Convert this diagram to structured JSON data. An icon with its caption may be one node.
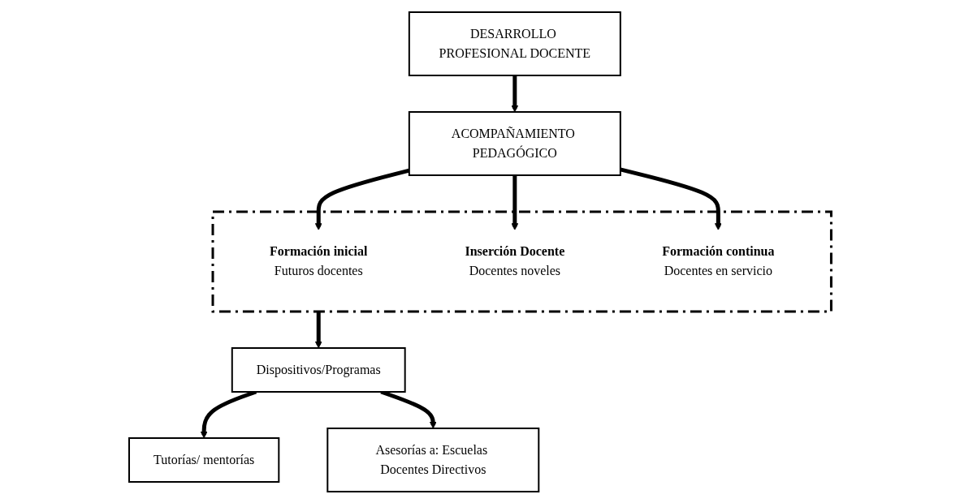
{
  "diagram": {
    "nodes": [
      {
        "text": [
          "DESARROLLO PROFESIONAL DOCENTE"
        ]
      },
      {
        "text": [
          "ACOMPAÑAMIENTO PEDAGÓGICO"
        ]
      },
      {
        "text": [],
        "shape": "box"
      },
      {
        "text": [
          "Formación inicial",
          "Futuros docentes"
        ],
        "in": 2
      },
      {
        "text": [
          "Inserción Docente",
          "Docentes noveles"
        ],
        "in": 2
      },
      {
        "text": [
          "Formación continua",
          "Docentes en servicio"
        ],
        "in": 2
      },
      {
        "text": [
          "Dispositivos/Programas"
        ]
      },
      {
        "text": [
          "Tutorías/ mentorías"
        ]
      },
      {
        "text": [
          "Asesorías a: Escuelas Docentes Directivos"
        ]
      }
    ],
    "edges": [
      {
        "from": 0,
        "to": 1,
        "arrow": "to"
      },
      {
        "from": 1,
        "to": 3,
        "arrow": "to"
      },
      {
        "from": 1,
        "to": 4,
        "arrow": "to"
      },
      {
        "from": 1,
        "to": 5,
        "arrow": "to"
      },
      {
        "from": 2,
        "to": 6,
        "arrow": "to"
      },
      {
        "from": 6,
        "to": 7,
        "arrow": "to"
      },
      {
        "from": 6,
        "to": 8,
        "arrow": "to"
      }
    ]
  }
}
